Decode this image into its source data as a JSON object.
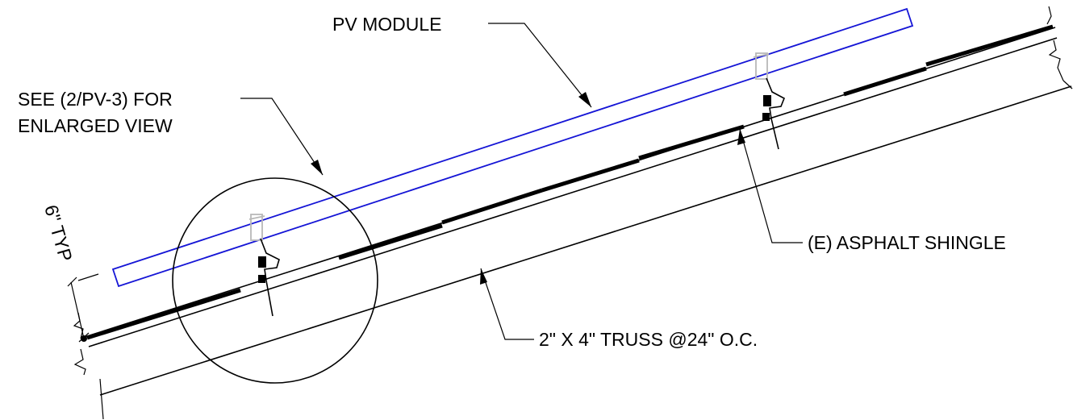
{
  "drawing": {
    "labels": {
      "pv_module": "PV MODULE",
      "see_detail_line1": "SEE (2/PV-3) FOR",
      "see_detail_line2": "ENLARGED VIEW",
      "asphalt_shingle": "(E) ASPHALT SHINGLE",
      "truss": "2\" X 4\" TRUSS @24\" O.C.",
      "dimension": "6\" TYP"
    },
    "colors": {
      "linework": "#000000",
      "pv_module_outline": "#1515d6",
      "clamp": "#b8b8b8",
      "background": "#ffffff"
    }
  }
}
